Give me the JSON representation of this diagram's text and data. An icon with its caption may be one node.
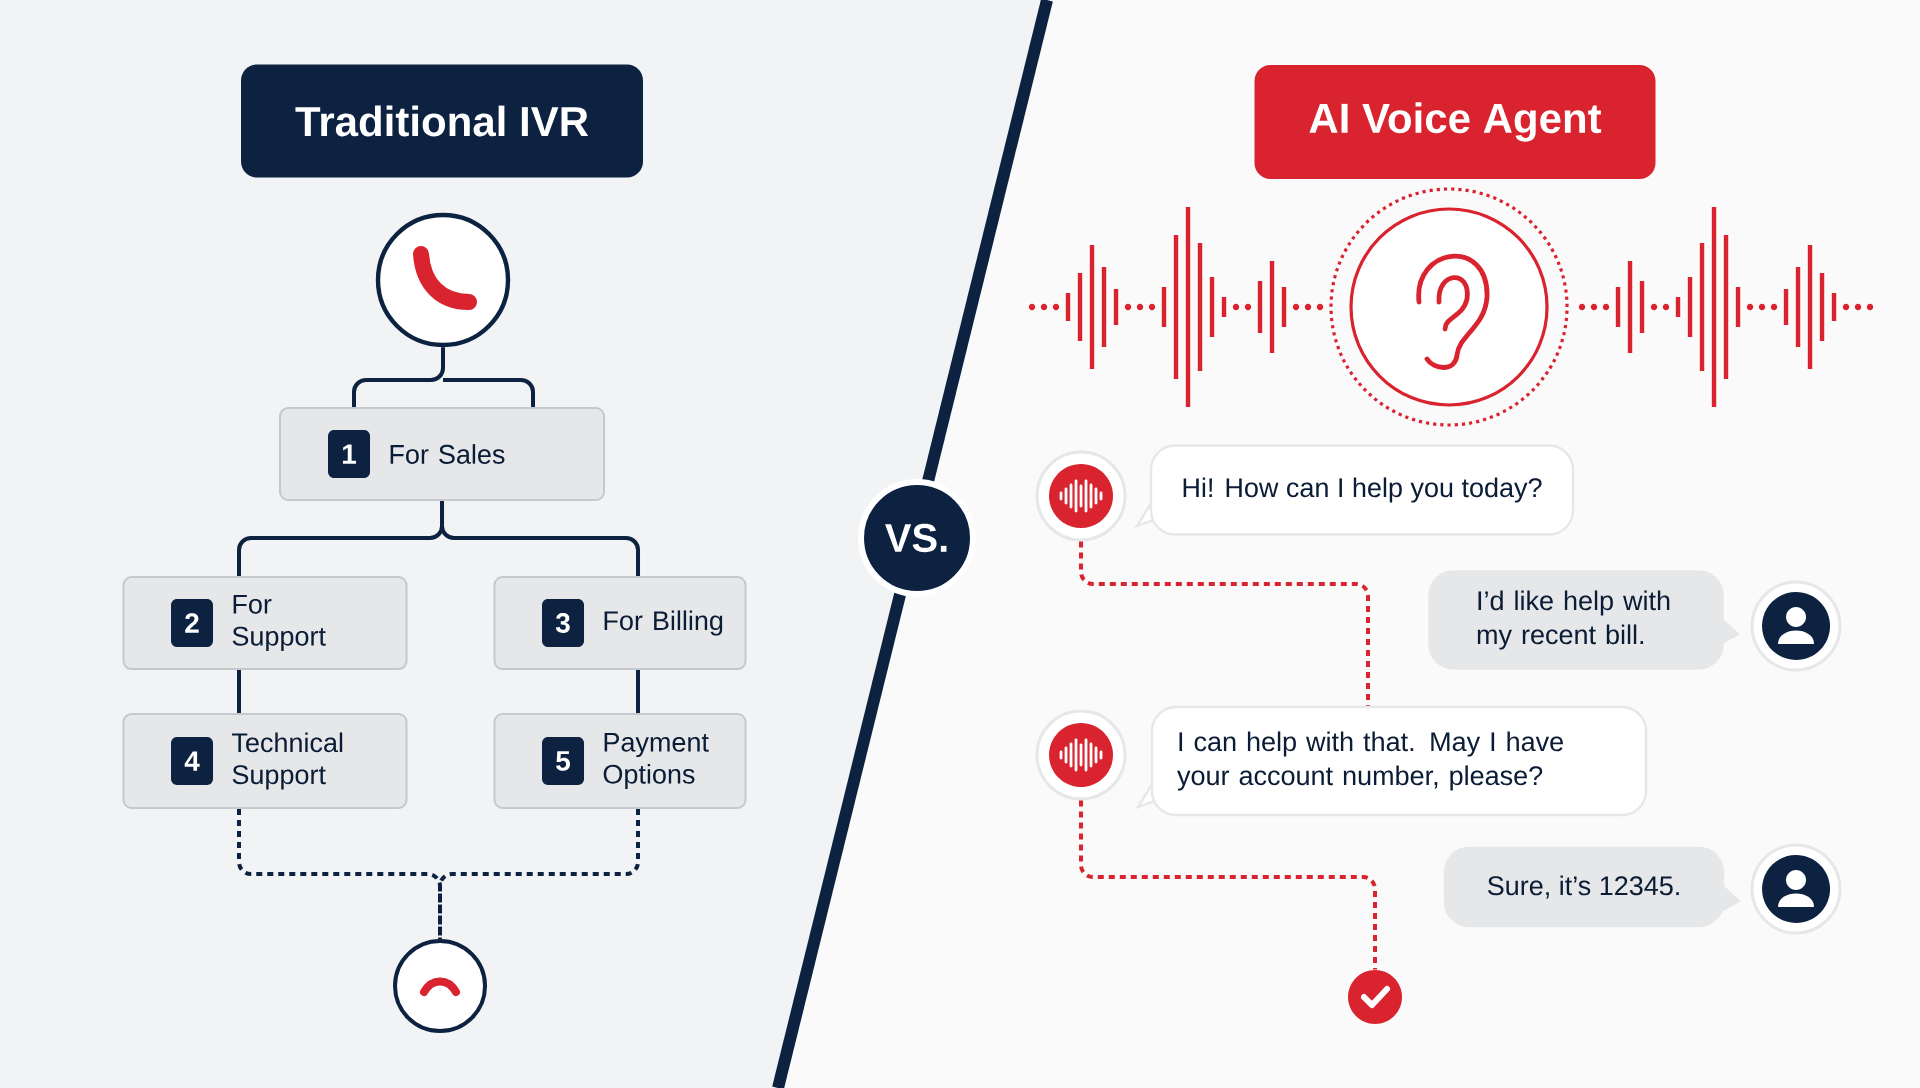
{
  "diagram": {
    "nodes": [
      {
        "text": [
          "Traditional IVR"
        ]
      },
      {
        "text": [],
        "shape": "circle"
      },
      {
        "text": [
          "1",
          "For Sales"
        ]
      },
      {
        "text": [
          "2",
          "For Support"
        ]
      },
      {
        "text": [
          "3",
          "For Billing"
        ]
      },
      {
        "text": [
          "4",
          "Technical Support"
        ]
      },
      {
        "text": [
          "5",
          "Payment Options"
        ]
      },
      {
        "text": [],
        "shape": "circle"
      },
      {
        "text": [
          "VS."
        ]
      },
      {
        "text": [
          "AI Voice Agent"
        ]
      },
      {
        "text": [],
        "shape": "circle"
      },
      {
        "text": [],
        "shape": "circle"
      },
      {
        "text": [
          "Hi! How can I help you today?"
        ]
      },
      {
        "text": [
          "I’d like help with my recent bill."
        ]
      },
      {
        "text": [],
        "shape": "person"
      },
      {
        "text": [],
        "shape": "circle"
      },
      {
        "text": [
          "I can help with that. May I have your account number, please?"
        ]
      },
      {
        "text": [
          "Sure, it’s 12345."
        ]
      },
      {
        "text": [],
        "shape": "person"
      },
      {
        "text": [],
        "shape": "circle"
      }
    ],
    "edges": [
      {
        "from": 1,
        "to": 2,
        "arrow": "none"
      },
      {
        "from": 2,
        "to": 3,
        "arrow": "none"
      },
      {
        "from": 2,
        "to": 4,
        "arrow": "none"
      },
      {
        "from": 3,
        "to": 5,
        "arrow": "none"
      },
      {
        "from": 4,
        "to": 6,
        "arrow": "none"
      },
      {
        "from": 5,
        "to": 7,
        "arrow": "none",
        "style": "dashed"
      },
      {
        "from": 6,
        "to": 7,
        "arrow": "none",
        "style": "dashed"
      },
      {
        "from": 11,
        "to": 16,
        "arrow": "none",
        "style": "dashed",
        "color": "#d9232e"
      },
      {
        "from": 15,
        "to": 19,
        "arrow": "none",
        "style": "dashed",
        "color": "#d9232e"
      }
    ]
  }
}
